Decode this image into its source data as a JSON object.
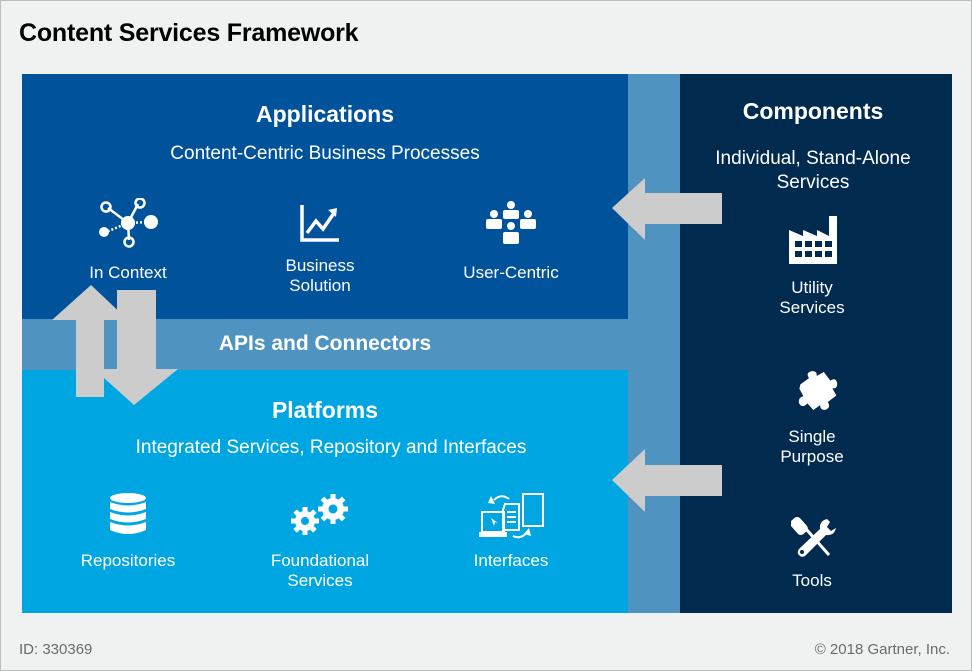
{
  "title": "Content Services Framework",
  "colors": {
    "applications_bg": "#00529b",
    "platforms_bg": "#00a6e2",
    "apis_band_bg": "#4f94c0",
    "components_bg": "#002b4f",
    "arrow": "#cccccc",
    "page_bg": "#f0f1f1"
  },
  "applications": {
    "heading": "Applications",
    "subheading": "Content-Centric Business Processes",
    "items": [
      {
        "label": "In Context",
        "icon": "network-nodes-icon"
      },
      {
        "label": "Business\nSolution",
        "icon": "line-chart-icon"
      },
      {
        "label": "User-Centric",
        "icon": "user-group-icon"
      }
    ]
  },
  "apis": {
    "label": "APIs and Connectors"
  },
  "platforms": {
    "heading": "Platforms",
    "subheading": "Integrated Services, Repository and Interfaces",
    "items": [
      {
        "label": "Repositories",
        "icon": "database-icon"
      },
      {
        "label": "Foundational\nServices",
        "icon": "gears-icon"
      },
      {
        "label": "Interfaces",
        "icon": "devices-sync-icon"
      }
    ]
  },
  "components": {
    "heading": "Components",
    "subheading": "Individual, Stand-Alone\nServices",
    "items": [
      {
        "label": "Utility\nServices",
        "icon": "factory-icon"
      },
      {
        "label": "Single\nPurpose",
        "icon": "puzzle-piece-icon"
      },
      {
        "label": "Tools",
        "icon": "tools-icon"
      }
    ]
  },
  "footer": {
    "id": "ID: 330369",
    "copyright": "© 2018 Gartner, Inc."
  }
}
